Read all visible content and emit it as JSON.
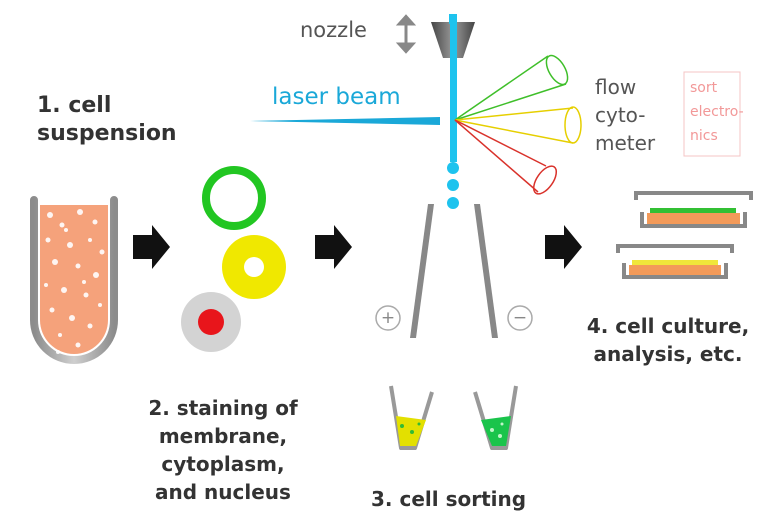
{
  "labels": {
    "nozzle": "nozzle",
    "laser_beam": "laser beam",
    "flow": "flow",
    "cyto": "cyto-",
    "meter": "meter",
    "sort": "sort",
    "electro": "electro-",
    "nics": "nics",
    "plus": "+",
    "minus": "−"
  },
  "steps": {
    "s1_line1": "1. cell",
    "s1_line2": "suspension",
    "s2_line1": "2. staining of",
    "s2_line2": "membrane,",
    "s2_line3": "cytoplasm,",
    "s2_line4": "and nucleus",
    "s3": "3. cell sorting",
    "s4_line1": "4. cell culture,",
    "s4_line2": "analysis, etc."
  },
  "colors": {
    "suspension": "#f5a27b",
    "membrane_stain": "#22c622",
    "cytoplasm_stain": "#f0e800",
    "nucleus_stain": "#e8151b",
    "cell_gray": "#d3d3d3",
    "stream": "#1ec3ee",
    "laser": "#1aa8d8",
    "arrow": "#111111",
    "plate_frame": "#888888",
    "culture_medium": "#f39a59"
  },
  "icons": {
    "process_arrow": "right-arrow-icon",
    "nozzle_motion": "up-down-arrow-icon"
  }
}
